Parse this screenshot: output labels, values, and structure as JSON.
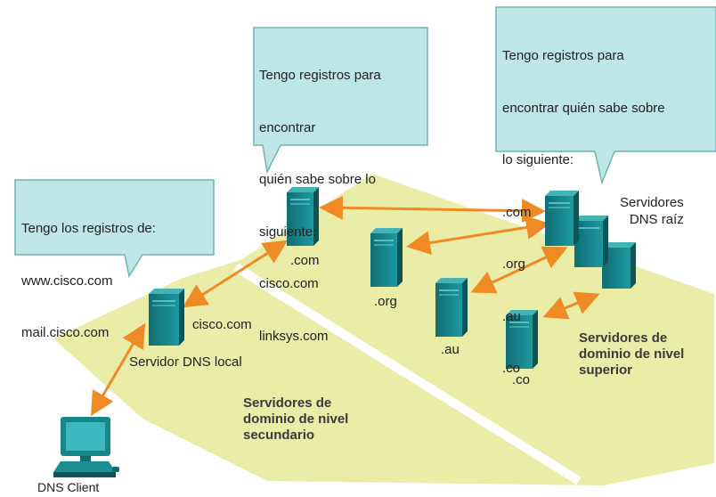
{
  "callouts": {
    "local": {
      "lines": [
        "Tengo los registros de:",
        "www.cisco.com",
        "mail.cisco.com"
      ]
    },
    "com": {
      "lines": [
        "Tengo registros para",
        "encontrar",
        "quién sabe sobre lo",
        "siguiente:",
        "cisco.com",
        "linksys.com"
      ]
    },
    "root": {
      "lines": [
        "Tengo registros para",
        "encontrar quién sabe sobre",
        "lo siguiente:",
        ".com",
        ".org",
        ".au",
        ".co"
      ]
    }
  },
  "labels": {
    "com": ".com",
    "org": ".org",
    "au": ".au",
    "co": ".co",
    "cisco": "cisco.com",
    "local_server": "Servidor DNS local",
    "root_servers": "Servidores\nDNS raíz",
    "tld_servers": "Servidores de\ndominio de nivel\nsuperior",
    "second_level": "Servidores de\ndominio de nivel\nsecundario",
    "client": "DNS Client"
  },
  "colors": {
    "callout_fill": "#bfe6e6",
    "callout_border": "#6fb3b3",
    "zone_fill": "#e9eda8",
    "arrow": "#f08a24",
    "server_teal": "#17868a"
  }
}
